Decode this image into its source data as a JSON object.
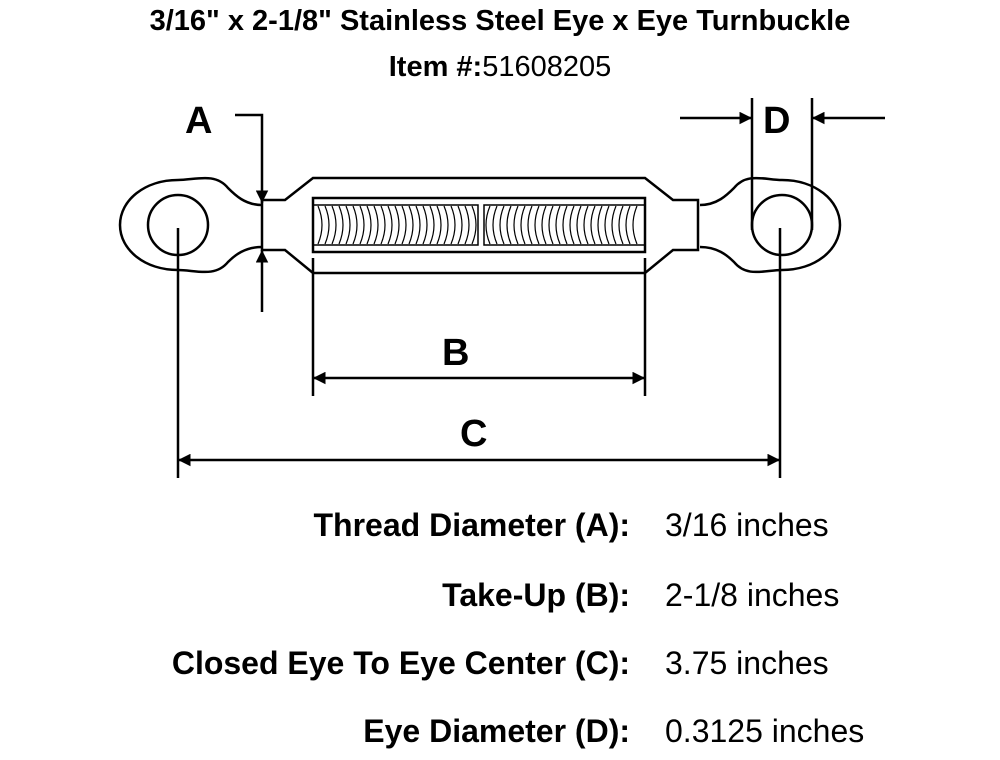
{
  "title": "3/16\" x 2-1/8\" Stainless Steel Eye x Eye Turnbuckle",
  "item_label": "Item #:",
  "item_number": "51608205",
  "diagram": {
    "labels": {
      "a": "A",
      "b": "B",
      "c": "C",
      "d": "D"
    }
  },
  "specs": [
    {
      "label": "Thread Diameter (A):",
      "value": "3/16 inches"
    },
    {
      "label": "Take-Up (B):",
      "value": "2-1/8 inches"
    },
    {
      "label": "Closed Eye To Eye Center (C):",
      "value": "3.75 inches"
    },
    {
      "label": "Eye Diameter (D):",
      "value": "0.3125 inches"
    }
  ]
}
